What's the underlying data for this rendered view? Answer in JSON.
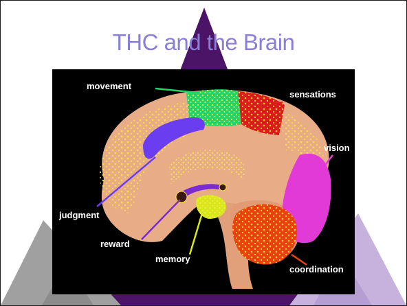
{
  "slide": {
    "title": "THC and the Brain"
  },
  "figure": {
    "labels": {
      "movement": "movement",
      "sensations": "sensations",
      "vision": "vision",
      "judgment": "judgment",
      "reward": "reward",
      "memory": "memory",
      "coordination": "coordination"
    },
    "region_colors": {
      "movement": "#22d36a",
      "sensations": "#d91c1c",
      "vision": "#e23ad6",
      "judgment": "#6a3ef0",
      "reward": "#7a2ad0",
      "memory": "#d8e61c",
      "coordination": "#e8420f",
      "brain": "#e8ad86",
      "thc_dots": "#ffe53a"
    }
  },
  "background": {
    "colors": {
      "center_triangle": "#4b1466",
      "left_triangle": "#a0a0a0",
      "right_triangle": "#c7b2de"
    }
  }
}
